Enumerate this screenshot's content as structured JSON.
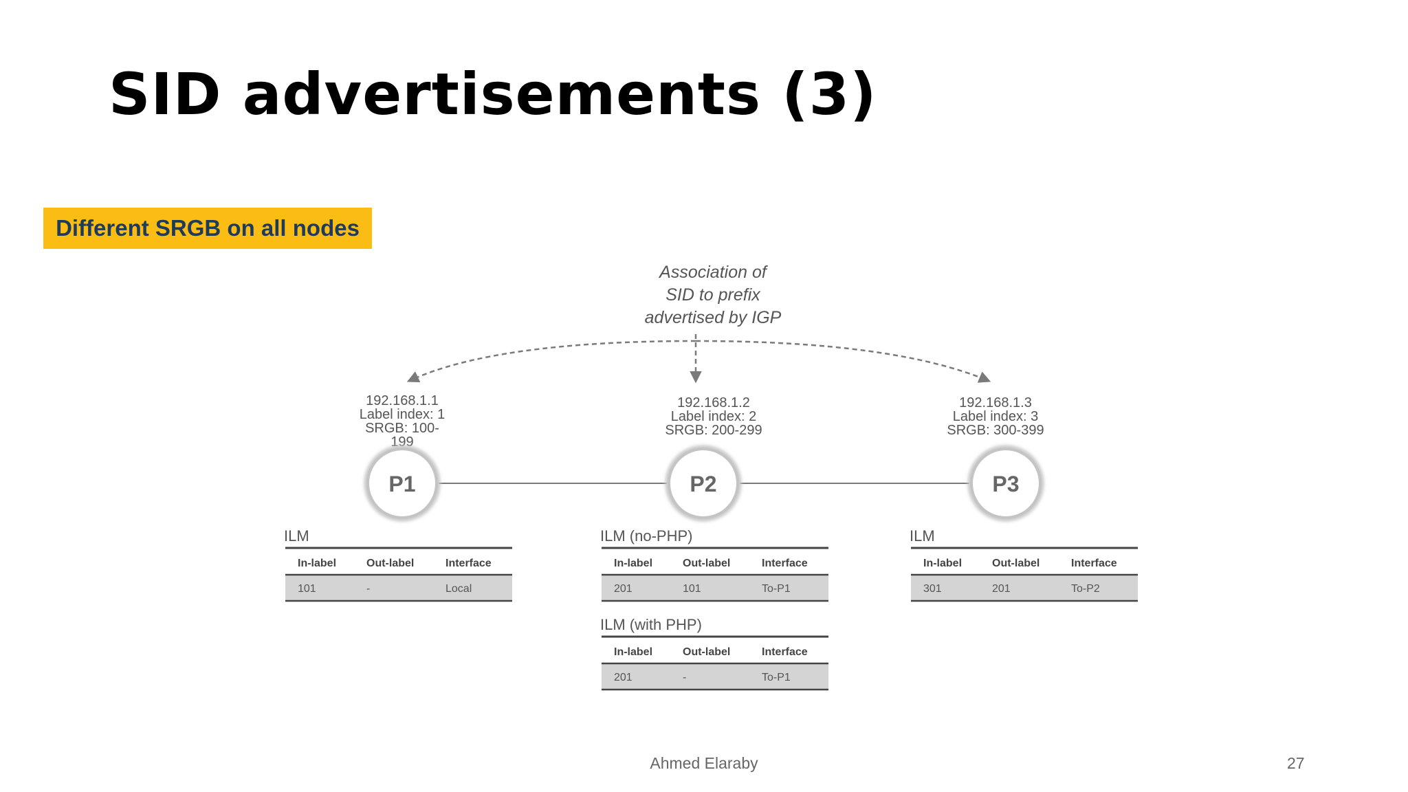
{
  "slide": {
    "title": "SID advertisements (3)",
    "badge": "Different SRGB on all nodes",
    "footer_author": "Ahmed Elaraby",
    "page_number": "27"
  },
  "diagram": {
    "association_lines": [
      "Association of",
      "SID to prefix",
      "advertised by IGP"
    ],
    "nodes": [
      {
        "name": "P1",
        "info": [
          "192.168.1.1",
          "Label index: 1",
          "SRGB: 100-",
          "199"
        ]
      },
      {
        "name": "P2",
        "info": [
          "192.168.1.2",
          "Label index: 2",
          "SRGB: 200-299"
        ]
      },
      {
        "name": "P3",
        "info": [
          "192.168.1.3",
          "Label index: 3",
          "SRGB: 300-399"
        ]
      }
    ],
    "tables": [
      {
        "caption": "ILM",
        "headers": [
          "In-label",
          "Out-label",
          "Interface"
        ],
        "row": [
          "101",
          "-",
          "Local"
        ]
      },
      {
        "caption": "ILM (no-PHP)",
        "headers": [
          "In-label",
          "Out-label",
          "Interface"
        ],
        "row": [
          "201",
          "101",
          "To-P1"
        ]
      },
      {
        "caption": "ILM (with PHP)",
        "headers": [
          "In-label",
          "Out-label",
          "Interface"
        ],
        "row": [
          "201",
          "-",
          "To-P1"
        ]
      },
      {
        "caption": "ILM",
        "headers": [
          "In-label",
          "Out-label",
          "Interface"
        ],
        "row": [
          "301",
          "201",
          "To-P2"
        ]
      }
    ],
    "colors": {
      "table_row_fill": "#d4d4d4",
      "line": "#7a7a7a",
      "text": "#555555"
    }
  }
}
